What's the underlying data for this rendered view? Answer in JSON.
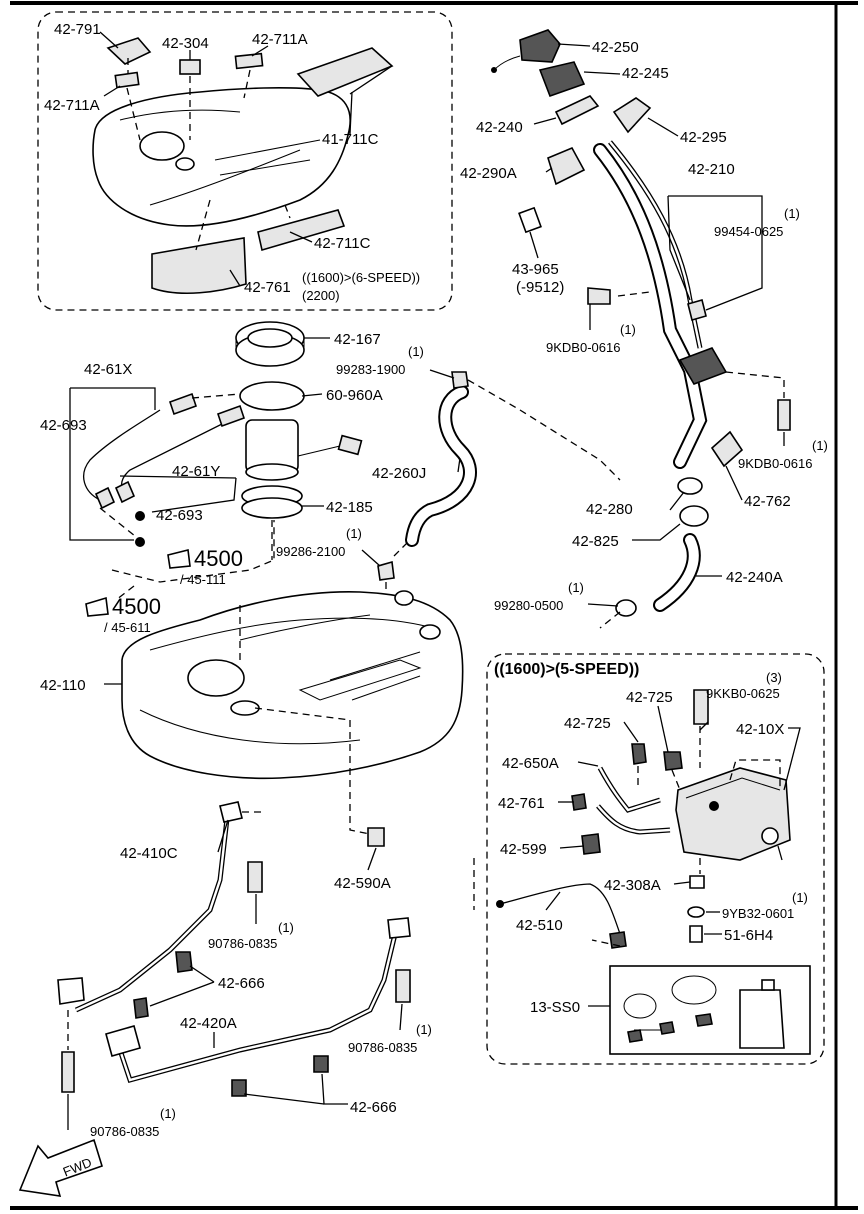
{
  "labels": {
    "p42_791": "42-791",
    "p42_304": "42-304",
    "p42_711a_top": "42-711A",
    "p42_711a_left": "42-711A",
    "p41_711c": "41-711C",
    "p42_711c": "42-711C",
    "p42_761_top": "42-761",
    "note_1600_6speed": "((1600)>(6-SPEED))",
    "note_2200": "(2200)",
    "p42_250": "42-250",
    "p42_245": "42-245",
    "p42_240": "42-240",
    "p42_295": "42-295",
    "p42_290a": "42-290A",
    "p42_210": "42-210",
    "q99454": "(1)",
    "p99454_0625": "99454-0625",
    "p43_965": "43-965",
    "p43_965_range": "(-9512)",
    "q9kdb0_a": "(1)",
    "p9kdb0_0616_a": "9KDB0-0616",
    "p42_167": "42-167",
    "q99283": "(1)",
    "p99283_1900": "99283-1900",
    "p42_61x": "42-61X",
    "p60_960a": "60-960A",
    "p42_693_a": "42-693",
    "p42_61y": "42-61Y",
    "p42_260j": "42-260J",
    "p42_185": "42-185",
    "p42_693_b": "42-693",
    "q9kdb0_b": "(1)",
    "p9kdb0_0616_b": "9KDB0-0616",
    "p42_280": "42-280",
    "p42_762": "42-762",
    "p42_825": "42-825",
    "q99286": "(1)",
    "p99286_2100": "99286-2100",
    "ref_4500_a": "4500",
    "ref_45_111": "/ 45-111",
    "ref_4500_b": "4500",
    "ref_45_611": "/ 45-611",
    "p42_240a": "42-240A",
    "q99280": "(1)",
    "p99280_0500": "99280-0500",
    "p42_110": "42-110",
    "note_1600_5speed": "((1600)>(5-SPEED))",
    "p42_725_a": "42-725",
    "q9kkb0": "(3)",
    "p9kkb0_0625": "9KKB0-0625",
    "p42_725_b": "42-725",
    "p42_10x": "42-10X",
    "p42_650a": "42-650A",
    "p42_761_b": "42-761",
    "p42_599": "42-599",
    "p42_410c": "42-410C",
    "p42_308a": "42-308A",
    "p42_590a": "42-590A",
    "q9yb32": "(1)",
    "p9yb32_0601": "9YB32-0601",
    "p42_510": "42-510",
    "p51_6h4": "51-6H4",
    "q90786_a": "(1)",
    "p90786_0835_a": "90786-0835",
    "p42_666_a": "42-666",
    "p13_ss0": "13-SS0",
    "p42_420a": "42-420A",
    "q90786_b": "(1)",
    "p90786_0835_b": "90786-0835",
    "p42_666_b": "42-666",
    "q90786_c": "(1)",
    "p90786_0835_c": "90786-0835",
    "fwd": "FWD"
  }
}
